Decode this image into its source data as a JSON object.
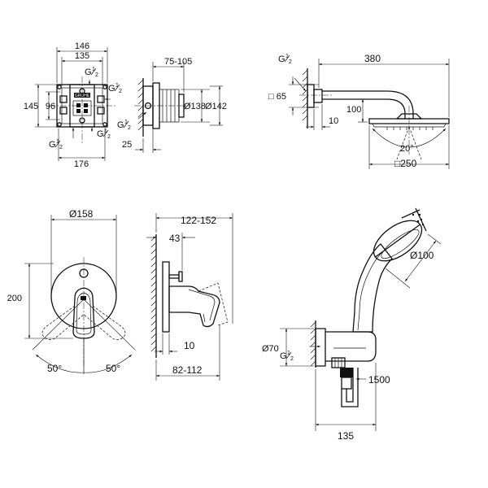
{
  "title": "Installation dimensions drawing",
  "rough_in_box": {
    "dim_width_146": "146",
    "dim_width_135": "135",
    "dim_height_145": "145",
    "dim_height_96": "96",
    "dim_width_176": "176",
    "thread_top": "G",
    "thread_top_sup": "1",
    "thread_top_sub": "2",
    "thread_right": "G",
    "thread_right_sup": "1",
    "thread_right_sub": "2",
    "thread_bottom_left": "G",
    "thread_bottom_left_sup": "1",
    "thread_bottom_left_sub": "2",
    "thread_bottom_right": "G",
    "thread_bottom_right_sup": "1",
    "thread_bottom_right_sub": "2",
    "brand": "GROHE"
  },
  "rough_in_side": {
    "dim_depth": "75-105",
    "dim_diameter_138": "Ø138",
    "dim_diameter_142": "Ø142",
    "dim_25": "25",
    "thread": "G",
    "thread_sup": "1",
    "thread_sub": "2"
  },
  "shower_arm": {
    "thread": "G",
    "thread_sup": "1",
    "thread_sub": "2",
    "dim_length": "380",
    "dim_flange": "□ 65",
    "dim_height": "100",
    "dim_10": "10",
    "dim_angle": "20°",
    "dim_head": "□250"
  },
  "trim_front": {
    "dim_diameter": "Ø158",
    "dim_height": "200",
    "dim_angle_left": "50°",
    "dim_angle_right": "50°"
  },
  "trim_side": {
    "dim_total": "122-152",
    "dim_43": "43",
    "dim_10": "10",
    "dim_range": "82-112"
  },
  "hand_shower": {
    "dim_head": "Ø100",
    "dim_outlet": "Ø70",
    "thread": "G",
    "thread_sup": "1",
    "thread_sub": "2",
    "dim_hose": "1500",
    "dim_width": "135"
  }
}
